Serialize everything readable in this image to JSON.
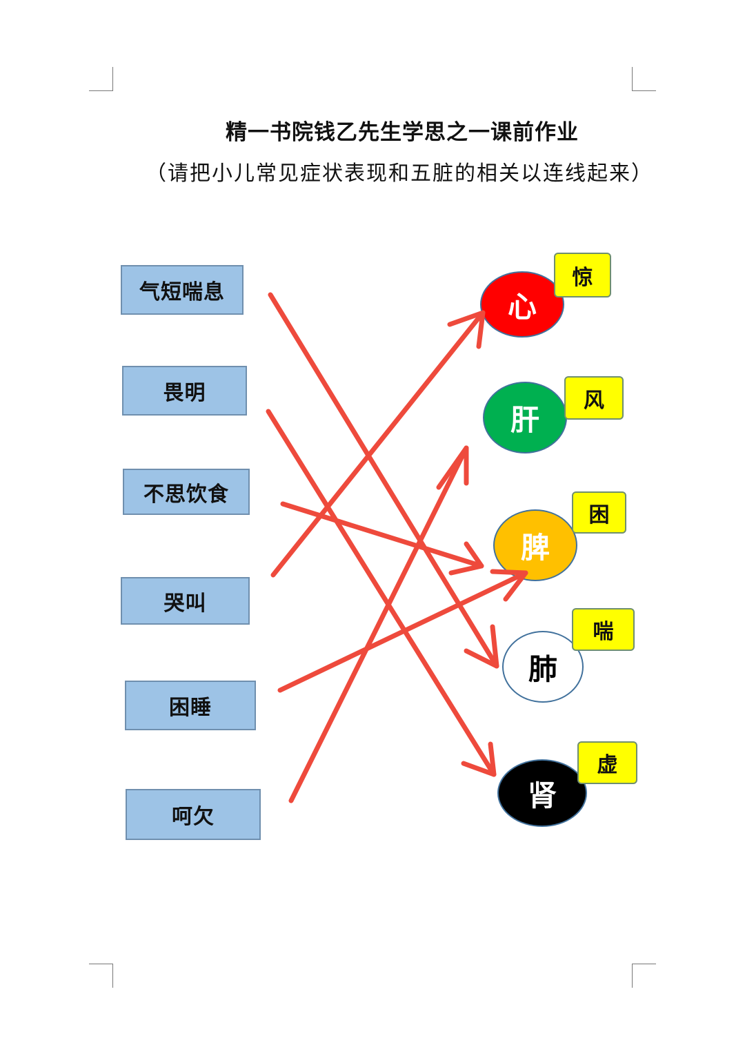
{
  "document": {
    "title": "精一书院钱乙先生学思之一课前作业",
    "instruction": "（请把小儿常见症状表现和五脏的相关以连线起来）"
  },
  "symptoms": [
    {
      "label": "气短喘息"
    },
    {
      "label": "畏明"
    },
    {
      "label": "不思饮食"
    },
    {
      "label": "哭叫"
    },
    {
      "label": "困睡"
    },
    {
      "label": "呵欠"
    }
  ],
  "organs": [
    {
      "label": "心",
      "tag": "惊",
      "fill": "#ff0000",
      "text_color": "#ffffff"
    },
    {
      "label": "肝",
      "tag": "风",
      "fill": "#00b050",
      "text_color": "#ffffff"
    },
    {
      "label": "脾",
      "tag": "困",
      "fill": "#ffc000",
      "text_color": "#ffffff"
    },
    {
      "label": "肺",
      "tag": "喘",
      "fill": "#ffffff",
      "text_color": "#000000"
    },
    {
      "label": "肾",
      "tag": "虚",
      "fill": "#000000",
      "text_color": "#ffffff"
    }
  ],
  "connections": [
    {
      "from": "气短喘息",
      "to": "肺"
    },
    {
      "from": "畏明",
      "to": "肾"
    },
    {
      "from": "不思饮食",
      "to": "脾"
    },
    {
      "from": "哭叫",
      "to": "心"
    },
    {
      "from": "困睡",
      "to": "脾"
    },
    {
      "from": "呵欠",
      "to": "肝"
    }
  ],
  "colors": {
    "arrow": "#ee4a3c",
    "symptom_box": "#9dc3e6",
    "tag_box": "#ffff00"
  }
}
